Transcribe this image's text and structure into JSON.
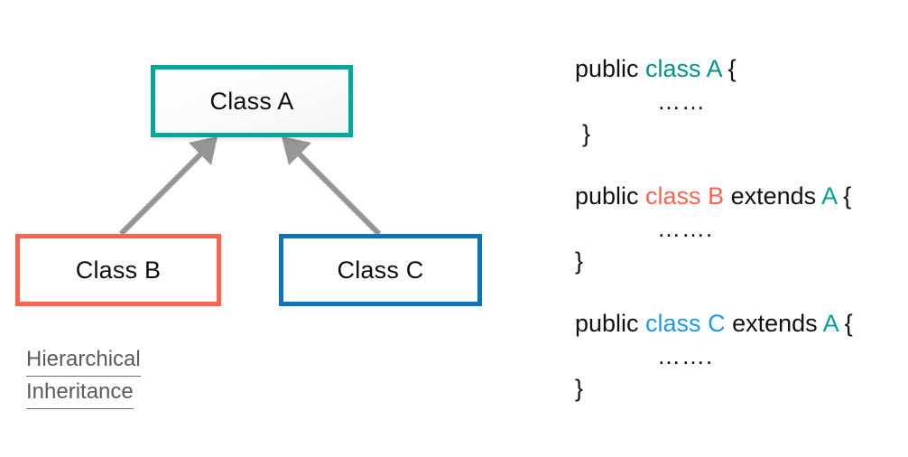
{
  "diagram": {
    "caption": {
      "line1": "Hierarchical",
      "line2": "Inheritance"
    },
    "nodes": [
      {
        "id": "class-a",
        "label": "Class A",
        "border_color": "#00a79d"
      },
      {
        "id": "class-b",
        "label": "Class B",
        "border_color": "#fc6450"
      },
      {
        "id": "class-c",
        "label": "Class C",
        "border_color": "#0b73b8"
      }
    ],
    "edges": [
      {
        "from": "class-b",
        "to": "class-a",
        "color": "#969696"
      },
      {
        "from": "class-c",
        "to": "class-a",
        "color": "#969696"
      }
    ]
  },
  "code": {
    "blocks": [
      {
        "id": "class-a-code",
        "signature": {
          "modifier": "public ",
          "keyword": "class A",
          "keyword_color": "#009186",
          "middle": "",
          "supertype": "",
          "supertype_color": "",
          "brace": " {"
        },
        "body": "……",
        "close": "}"
      },
      {
        "id": "class-b-code",
        "signature": {
          "modifier": "public ",
          "keyword": "class B",
          "keyword_color": "#fc6450",
          "middle": " extends ",
          "supertype": "A",
          "supertype_color": "#00a08f",
          "brace": " {"
        },
        "body": "…….",
        "close": "}"
      },
      {
        "id": "class-c-code",
        "signature": {
          "modifier": "public ",
          "keyword": "class C",
          "keyword_color": "#1f9aea",
          "middle": " extends ",
          "supertype": "A",
          "supertype_color": "#00a08f",
          "brace": " {"
        },
        "body": "…….",
        "close": "}"
      }
    ]
  }
}
